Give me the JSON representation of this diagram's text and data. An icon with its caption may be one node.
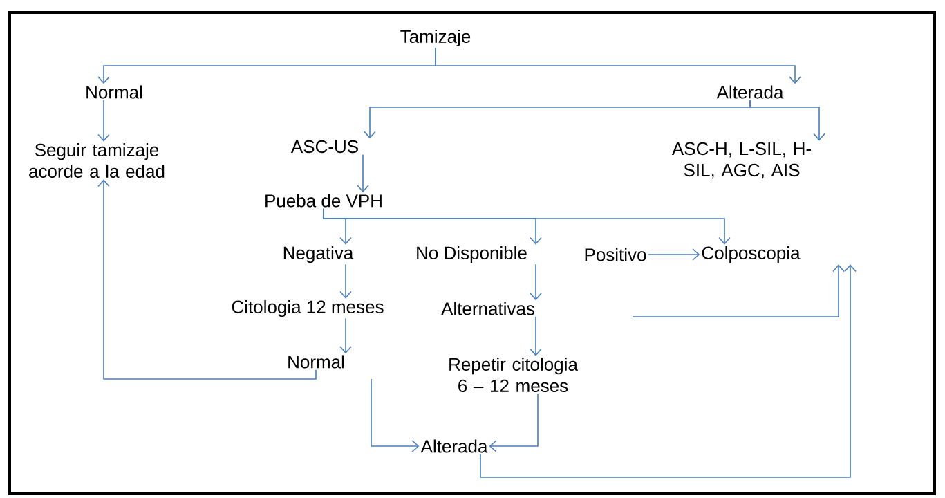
{
  "diagram": {
    "nodes": [
      {
        "text": [
          "Tamizaje"
        ]
      },
      {
        "text": [
          "Normal"
        ]
      },
      {
        "text": [
          "Alterada"
        ]
      },
      {
        "text": [
          "Seguir tamizaje acorde a la edad"
        ]
      },
      {
        "text": [
          "ASC-US"
        ]
      },
      {
        "text": [
          "ASC-H, L-SIL, H-SIL, AGC, AIS"
        ]
      },
      {
        "text": [
          "Pueba de VPH"
        ]
      },
      {
        "text": [
          "Negativa"
        ]
      },
      {
        "text": [
          "No Disponible"
        ]
      },
      {
        "text": [
          "Positivo"
        ]
      },
      {
        "text": [
          "Colposcopia"
        ]
      },
      {
        "text": [
          "Citologia 12 meses"
        ]
      },
      {
        "text": [
          "Alternativas"
        ]
      },
      {
        "text": [
          "Normal"
        ]
      },
      {
        "text": [
          "Repetir citologia 6 – 12 meses"
        ]
      },
      {
        "text": [
          "Alterada"
        ]
      }
    ],
    "edges": [
      {
        "from": 0,
        "to": 1,
        "arrow": "to"
      },
      {
        "from": 0,
        "to": 2,
        "arrow": "to"
      },
      {
        "from": 2,
        "to": 4,
        "arrow": "to"
      },
      {
        "from": 2,
        "to": 5,
        "arrow": "to"
      },
      {
        "from": 1,
        "to": 3,
        "arrow": "to"
      },
      {
        "from": 4,
        "to": 6,
        "arrow": "to"
      },
      {
        "from": 6,
        "to": 7,
        "arrow": "to"
      },
      {
        "from": 6,
        "to": 8,
        "arrow": "to"
      },
      {
        "from": 6,
        "to": 10,
        "arrow": "to"
      },
      {
        "from": 9,
        "to": 10,
        "arrow": "to"
      },
      {
        "from": 7,
        "to": 11,
        "arrow": "to"
      },
      {
        "from": 11,
        "to": 13,
        "arrow": "to"
      },
      {
        "from": 8,
        "to": 12,
        "arrow": "to"
      },
      {
        "from": 12,
        "to": 14,
        "arrow": "to"
      },
      {
        "from": 13,
        "to": 3,
        "arrow": "to"
      },
      {
        "from": null,
        "to": 15,
        "arrow": "to"
      },
      {
        "from": 14,
        "to": 15,
        "arrow": "to"
      },
      {
        "from": null,
        "to": 10,
        "arrow": "to"
      },
      {
        "from": 15,
        "to": 10,
        "arrow": "to"
      }
    ]
  }
}
